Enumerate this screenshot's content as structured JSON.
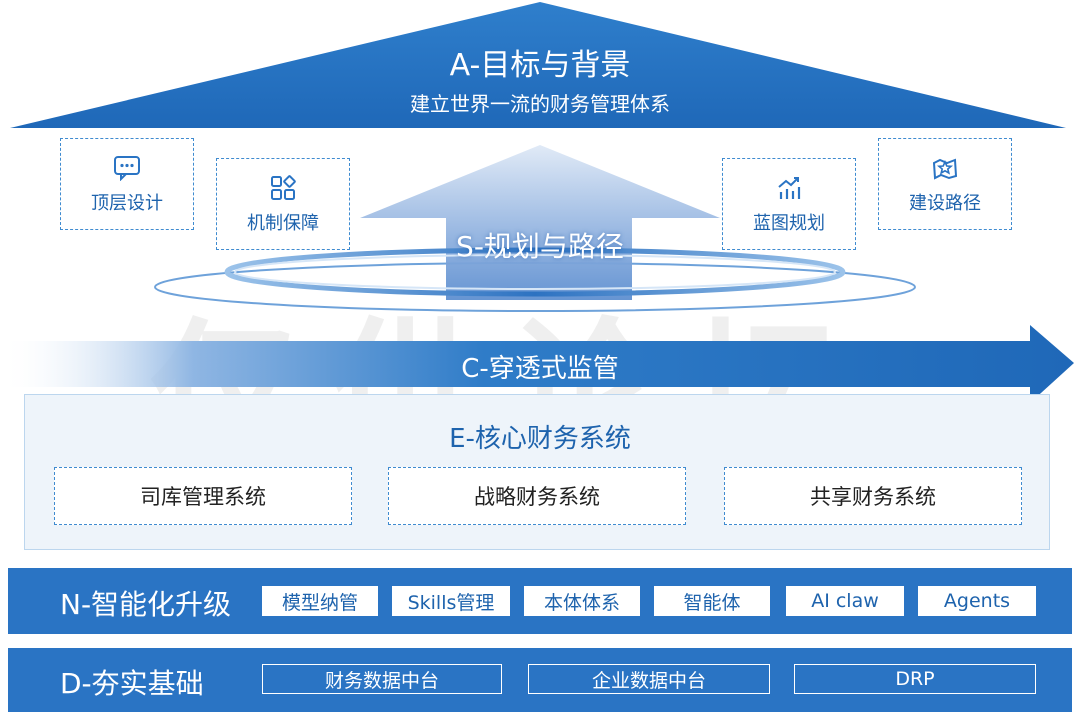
{
  "top": {
    "title": "A-目标与背景",
    "subtitle": "建立世界一流的财务管理体系"
  },
  "side_boxes": {
    "left_outer": {
      "label": "顶层设计",
      "icon": "chat-icon"
    },
    "left_inner": {
      "label": "机制保障",
      "icon": "apps-icon"
    },
    "right_inner": {
      "label": "蓝图规划",
      "icon": "chart-icon"
    },
    "right_outer": {
      "label": "建设路径",
      "icon": "map-star-icon"
    }
  },
  "strategy": {
    "title": "S-规划与路径"
  },
  "watermark": "仅供论坛",
  "supervision": {
    "title": "C-穿透式监管"
  },
  "core": {
    "title": "E-核心财务系统",
    "items": [
      "司库管理系统",
      "战略财务系统",
      "共享财务系统"
    ]
  },
  "intelligence": {
    "title": "N-智能化升级",
    "items": [
      "模型纳管",
      "Skills管理",
      "本体体系",
      "智能体",
      "AI claw",
      "Agents"
    ]
  },
  "foundation": {
    "title": "D-夯实基础",
    "items": [
      "财务数据中台",
      "企业数据中台",
      "DRP"
    ]
  },
  "colors": {
    "primary": "#2a74c4",
    "dark": "#1e63ad",
    "light_panel": "#eef4fa",
    "dashed": "#3f8bd0"
  }
}
